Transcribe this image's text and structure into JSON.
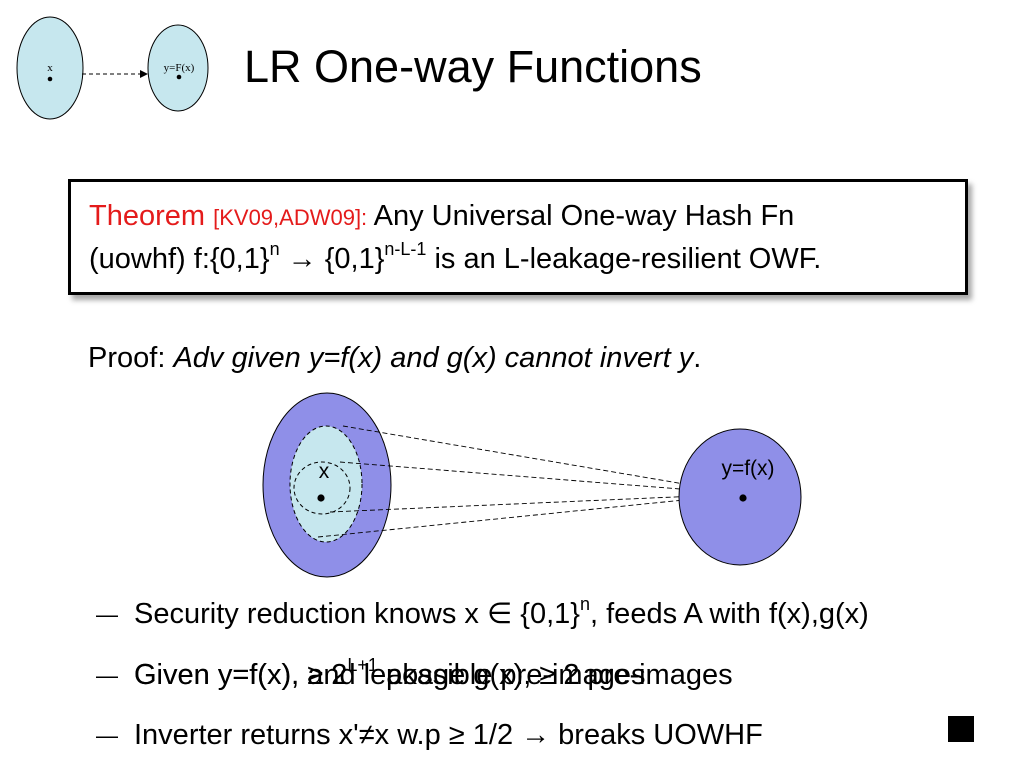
{
  "logo": {
    "left_label": "x",
    "right_label": "y=F(x)"
  },
  "title": "LR One-way Functions",
  "theorem": {
    "label": "Theorem",
    "cite": "[KV09,ADW09]:",
    "line1_rest": "Any Universal One-way Hash Fn",
    "line2_a": "(uowhf) f:{0,1}",
    "sup_n": "n",
    "line2_b": " → {0,1}",
    "sup_nl": "n-L-1",
    "line2_c": " is an L-leakage-resilient OWF."
  },
  "proof": {
    "label": "Proof:",
    "text": "Adv given y=f(x) and g(x) cannot invert y",
    "end": "."
  },
  "diagram": {
    "left_label": "x",
    "right_label": "y=f(x)"
  },
  "bullets": {
    "dash": "―",
    "b1_a": "Security reduction knows x ∈ {0,1}",
    "b1_sup": "n",
    "b1_b": ", feeds A with f(x),g(x)",
    "b2_a": "Given y=f(x), ≥ 2",
    "b2_sup": "L+1",
    "b2_b": " possible pre-images",
    "b2_overlap": "Given y=f(x), and leakage g(x), ≥ 2 pre-images",
    "b3": "Inverter returns x'≠x w.p ≥ 1/2 → breaks UOWHF"
  },
  "colors": {
    "accent_red": "#e41b1b",
    "light_blue": "#c6e7ee",
    "purple": "#8f8fe8"
  }
}
